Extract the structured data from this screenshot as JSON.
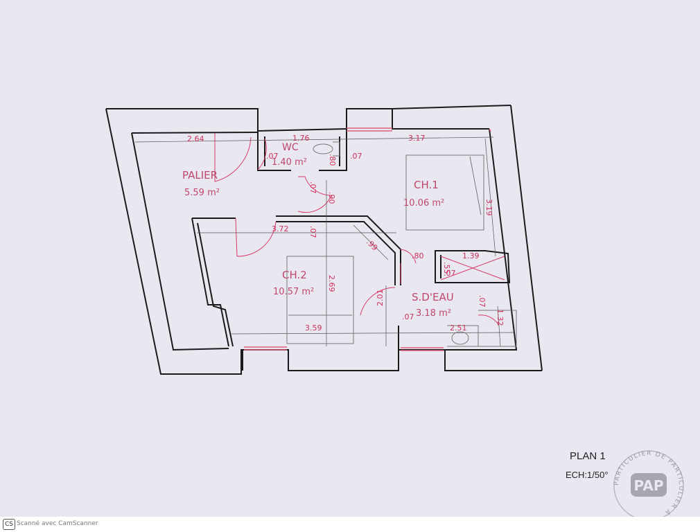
{
  "rooms": [
    {
      "name": "PALIER",
      "area": "5.59 m²"
    },
    {
      "name": "WC",
      "area": "1.40 m²"
    },
    {
      "name": "CH.1",
      "area": "10.06 m²"
    },
    {
      "name": "CH.2",
      "area": "10.57 m²"
    },
    {
      "name": "S.D'EAU",
      "area": "3.18 m²"
    }
  ],
  "dimensions": {
    "d264": "2.64",
    "d176": "1.76",
    "d317": "3.17",
    "d80": ".80",
    "d07a": ".07",
    "d07b": ".07",
    "d07c": ".07",
    "d90": ".90",
    "d372": "3.72",
    "d07d": ".07",
    "d99": ".99",
    "d80b": ".80",
    "d139": "1.39",
    "d55": ".55",
    "d07e": ".07",
    "d319": "3.19",
    "d269": "2.69",
    "d201": "2.01",
    "d07f": ".07",
    "d07g": ".07",
    "d132": "1.32",
    "d359": "3.59",
    "d251": "2.51"
  },
  "plan": {
    "title": "PLAN 1",
    "scale": "ECH:1/50°"
  },
  "seal": {
    "text": "PARTICULIER DE PARTICULIER À",
    "logo": "PAP",
    "color": "#9a9aa4"
  },
  "footer": {
    "logo": "CS",
    "text": "Scanné avec CamScanner"
  },
  "colors": {
    "wall": "#1a1a1a",
    "label": "#c0476b",
    "dimension": "#d0305a",
    "door": "#d83a6a",
    "window": "#e0607a"
  }
}
